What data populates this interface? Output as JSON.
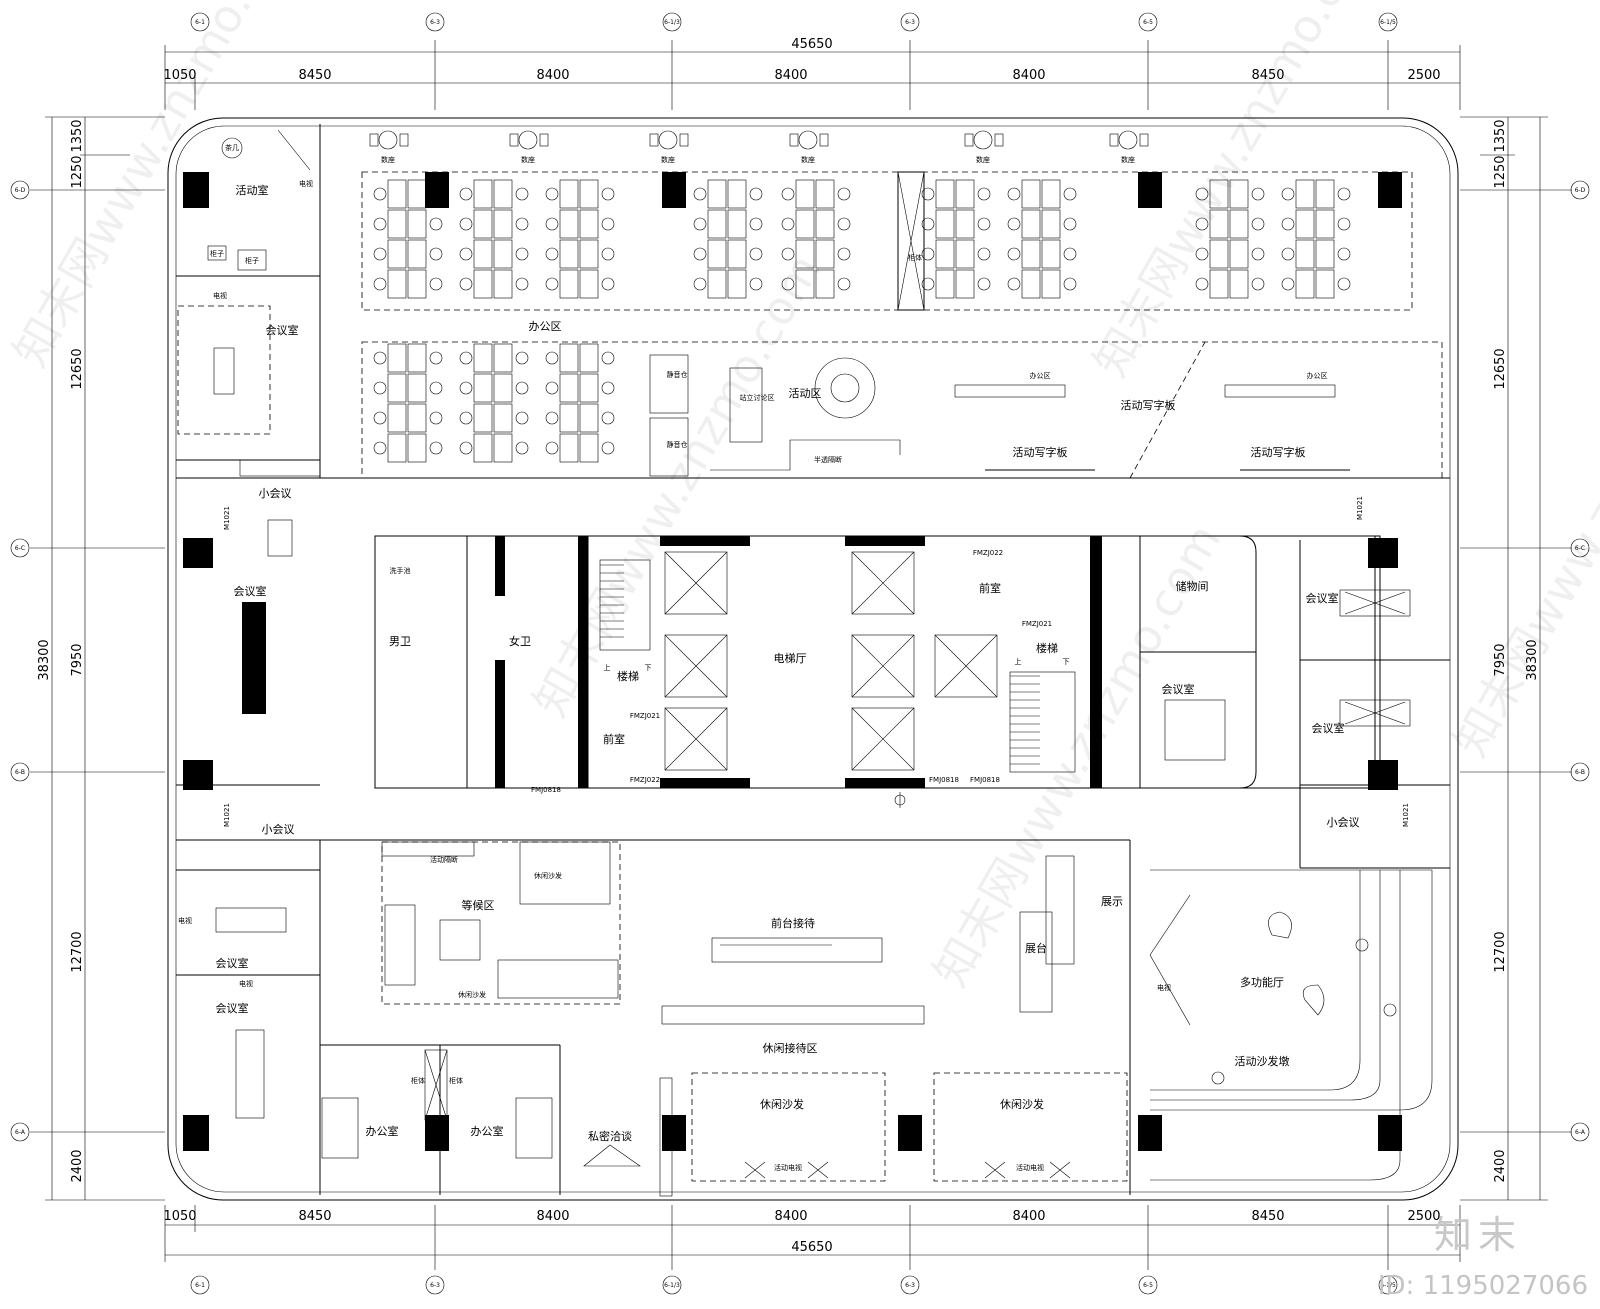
{
  "axes": {
    "top": [
      "6-1",
      "6-3",
      "6-1/3",
      "6-3",
      "6-5",
      "6-1/5"
    ],
    "left": [
      "6-D",
      "6-C",
      "6-B",
      "6-A"
    ],
    "right": [
      "6-D",
      "6-C",
      "6-B",
      "6-A"
    ]
  },
  "dimensions": {
    "total_width": "45650",
    "top_segments": [
      "1050",
      "8450",
      "8400",
      "8400",
      "8400",
      "8450",
      "2500"
    ],
    "bottom_segments": [
      "1050",
      "8450",
      "8400",
      "8400",
      "8400",
      "8450",
      "2500"
    ],
    "total_height": "38300",
    "left_inner": [
      "1350",
      "1250",
      "12650",
      "7950",
      "12700",
      "2400"
    ],
    "right_inner": [
      "1350",
      "1250",
      "12650",
      "7950",
      "12700",
      "2400"
    ]
  },
  "rooms": {
    "activity_room": "活动室",
    "tea_table": "茶几",
    "tv": "电视",
    "cabinet": "柜子",
    "meeting_room": "会议室",
    "small_meeting": "小会议",
    "office_area": "办公区",
    "seats": "数座",
    "cabinet_body": "柜体",
    "quiet_pod": "静音仓",
    "standing_meeting": "站立讨论区",
    "activity_area": "活动区",
    "semi_partition": "半透隔断",
    "whiteboard": "活动写字板",
    "mens_wc": "男卫",
    "womens_wc": "女卫",
    "wash_basin": "洗手池",
    "stairs": "楼梯",
    "up": "上",
    "down": "下",
    "anteroom": "前室",
    "elevator_hall": "电梯厅",
    "storage": "储物间",
    "waiting_area": "等候区",
    "leisure_sofa": "休闲沙发",
    "movable_partition": "活动隔断",
    "reception": "前台接待",
    "display": "展示",
    "display_stand": "展台",
    "multi_hall": "多功能厅",
    "movable_sofa_stool": "活动沙发墩",
    "leisure_reception": "休闲接待区",
    "private_talk": "私密洽谈",
    "office": "办公室",
    "movable_tv": "活动电视",
    "door_fm1": "FMZJ021",
    "door_fm2": "FMZJ022",
    "door_fm3": "FMJ0818",
    "door_m": "M1021"
  },
  "watermarks": [
    "知末网www.znzmo.com"
  ],
  "brand": "知末",
  "image_id": "ID: 1195027066"
}
